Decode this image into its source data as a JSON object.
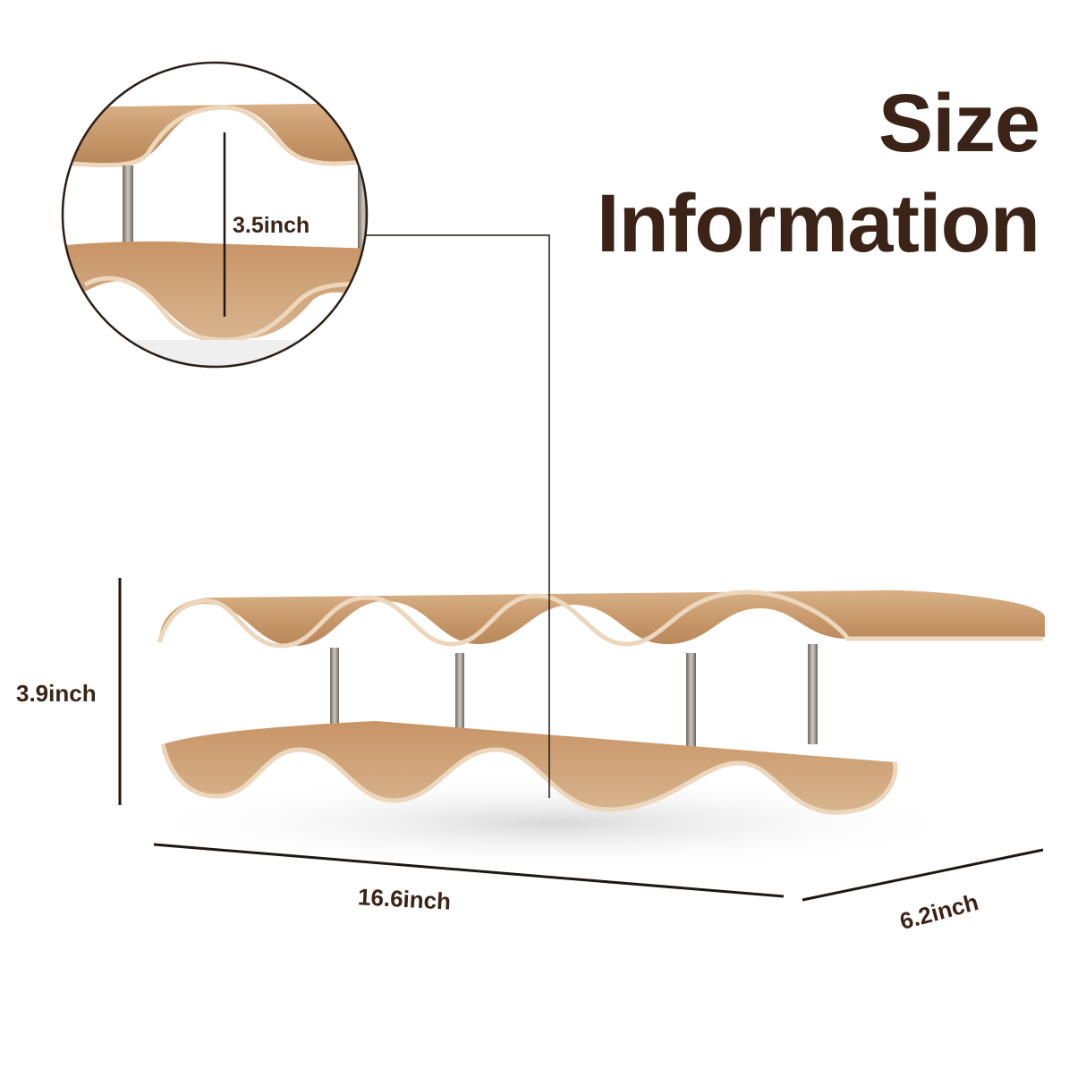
{
  "header": {
    "title_line1": "Size",
    "title_line2": "Information"
  },
  "detail_callout": {
    "shape": "circle-magnifier",
    "measurement_label": "3.5inch",
    "measured": "gap between top and bottom wave tiers"
  },
  "dimensions": {
    "height_label": "3.9inch",
    "length_label": "16.6inch",
    "depth_label": "6.2inch"
  },
  "product": {
    "description": "wavy bent-wood wine rack, two tiers joined by four metal rods",
    "rod_count": 4
  },
  "colors": {
    "text": "#3b2417",
    "line": "#1f1712",
    "wood_light": "#e2c4a0",
    "wood_mid": "#c99a6e",
    "wood_dark": "#a8764b",
    "rod": "#8a8580",
    "background": "#ffffff"
  }
}
